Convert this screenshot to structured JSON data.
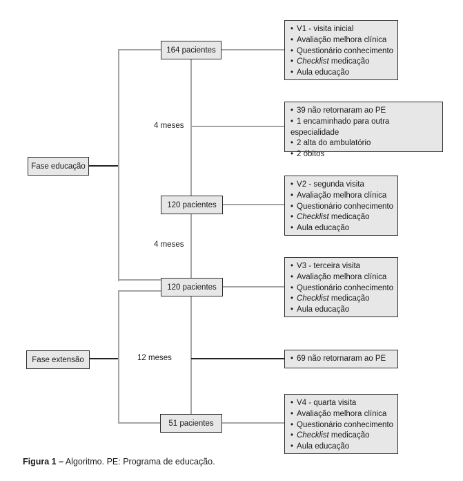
{
  "phases": {
    "educacao": {
      "label": "Fase educação"
    },
    "extensao": {
      "label": "Fase extensão"
    }
  },
  "nodes": {
    "p164": {
      "label": "164 pacientes"
    },
    "p120a": {
      "label": "120 pacientes"
    },
    "p120b": {
      "label": "120 pacientes"
    },
    "p51": {
      "label": "51 pacientes"
    }
  },
  "intervals": {
    "i1": "4 meses",
    "i2": "4 meses",
    "i3": "12 meses"
  },
  "details": {
    "v1": {
      "items": [
        "V1 - visita inicial",
        "Avaliação melhora clínica",
        "Questionário conhecimento",
        "*Checklist* medicação",
        "Aula educação"
      ]
    },
    "dropout1": {
      "items": [
        "39 não retornaram ao PE",
        "1 encaminhado para outra especialidade",
        "2 alta do ambulatório",
        "2 óbitos"
      ]
    },
    "v2": {
      "items": [
        "V2 - segunda visita",
        "Avaliação melhora clínica",
        "Questionário conhecimento",
        "*Checklist* medicação",
        "Aula educação"
      ]
    },
    "v3": {
      "items": [
        "V3 - terceira visita",
        "Avaliação melhora clínica",
        "Questionário conhecimento",
        "*Checklist* medicação",
        "Aula educação"
      ]
    },
    "dropout2": {
      "items": [
        "69 não retornaram ao PE"
      ]
    },
    "v4": {
      "items": [
        "V4 - quarta visita",
        "Avaliação melhora clínica",
        "Questionário conhecimento",
        "*Checklist* medicação",
        "Aula educação"
      ]
    }
  },
  "caption": {
    "bold": "Figura 1 –",
    "rest": " Algoritmo. PE: Programa de educação."
  },
  "colors": {
    "box_fill": "#e7e7e7",
    "box_border": "#2b2b2b",
    "line_gray": "#a3a3a3",
    "line_dark": "#222222",
    "text": "#1a1a1a"
  }
}
